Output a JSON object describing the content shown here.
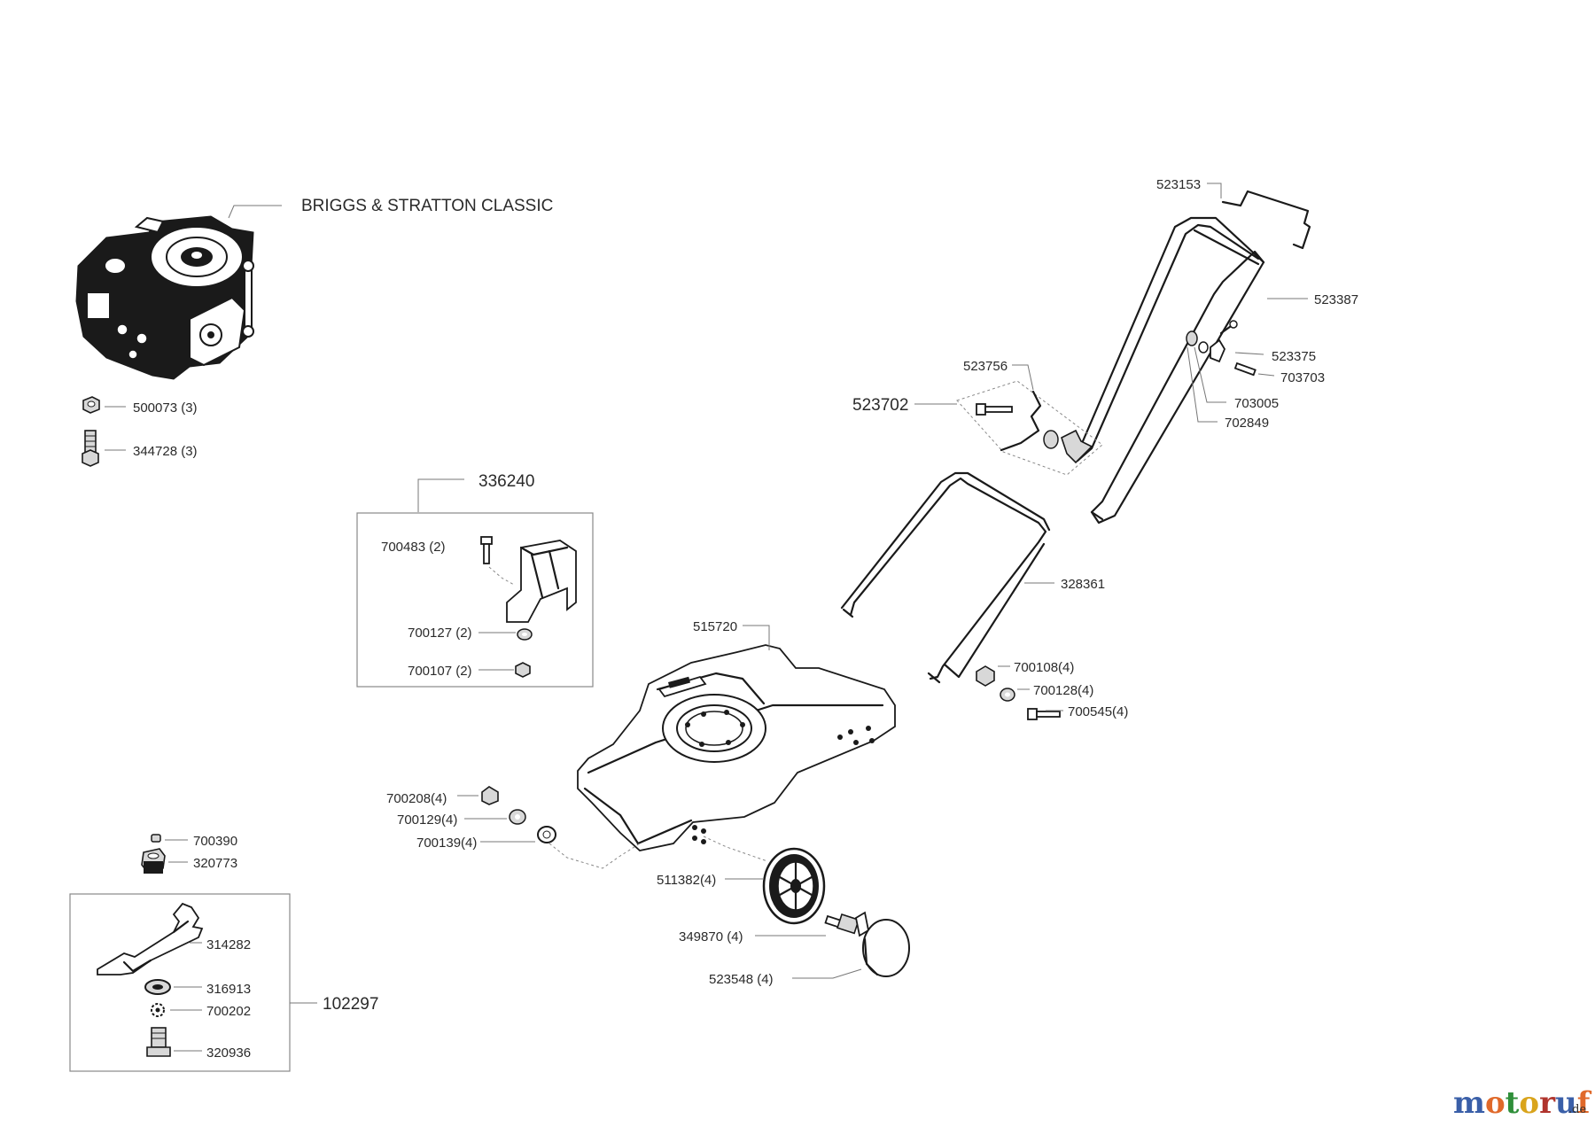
{
  "labels": {
    "engine": "BRIGGS & STRATTON CLASSIC",
    "p500073": "500073 (3)",
    "p344728": "344728 (3)",
    "p336240": "336240",
    "p700483": "700483 (2)",
    "p700127": "700127 (2)",
    "p700107": "700107 (2)",
    "p523153": "523153",
    "p523387": "523387",
    "p523375": "523375",
    "p703703": "703703",
    "p703005": "703005",
    "p702849": "702849",
    "p523756": "523756",
    "p523702": "523702",
    "p328361": "328361",
    "p515720": "515720",
    "p700108": "700108(4)",
    "p700128": "700128(4)",
    "p700545": "700545(4)",
    "p700208": "700208(4)",
    "p700129": "700129(4)",
    "p700139": "700139(4)",
    "p511382": "511382(4)",
    "p349870": "349870 (4)",
    "p523548": "523548 (4)",
    "p700390": "700390",
    "p320773": "320773",
    "p314282": "314282",
    "p316913": "316913",
    "p700202": "700202",
    "p320936": "320936",
    "p102297": "102297"
  },
  "watermark": {
    "main": "motoruf",
    "suffix": ".de",
    "colors": [
      "#3a5fa8",
      "#e0692a",
      "#2f8f3a",
      "#d9a41c",
      "#b0342d"
    ]
  }
}
